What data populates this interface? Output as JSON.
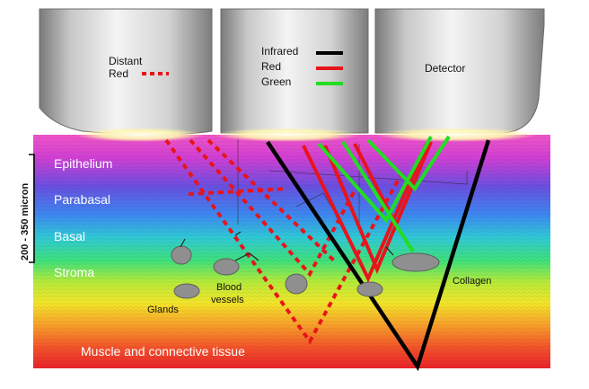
{
  "probes": {
    "left": {
      "line1": "Distant",
      "line2": "Red"
    },
    "middle": {
      "infrared": "Infrared",
      "red": "Red",
      "green": "Green"
    },
    "right": {
      "label": "Detector"
    }
  },
  "layers": {
    "epithelium": "Epithelium",
    "parabasal": "Parabasal",
    "basal": "Basal",
    "stroma": "Stroma",
    "muscle": "Muscle and connective tissue"
  },
  "depth_label": "200 - 350 micron",
  "structures": {
    "glands": "Glands",
    "blood_line1": "Blood",
    "blood_line2": "vessels",
    "collagen": "Collagen"
  },
  "colors": {
    "infrared": "#000000",
    "red": "#e8141b",
    "green": "#22dd22",
    "distant_red": "#e8141b"
  }
}
